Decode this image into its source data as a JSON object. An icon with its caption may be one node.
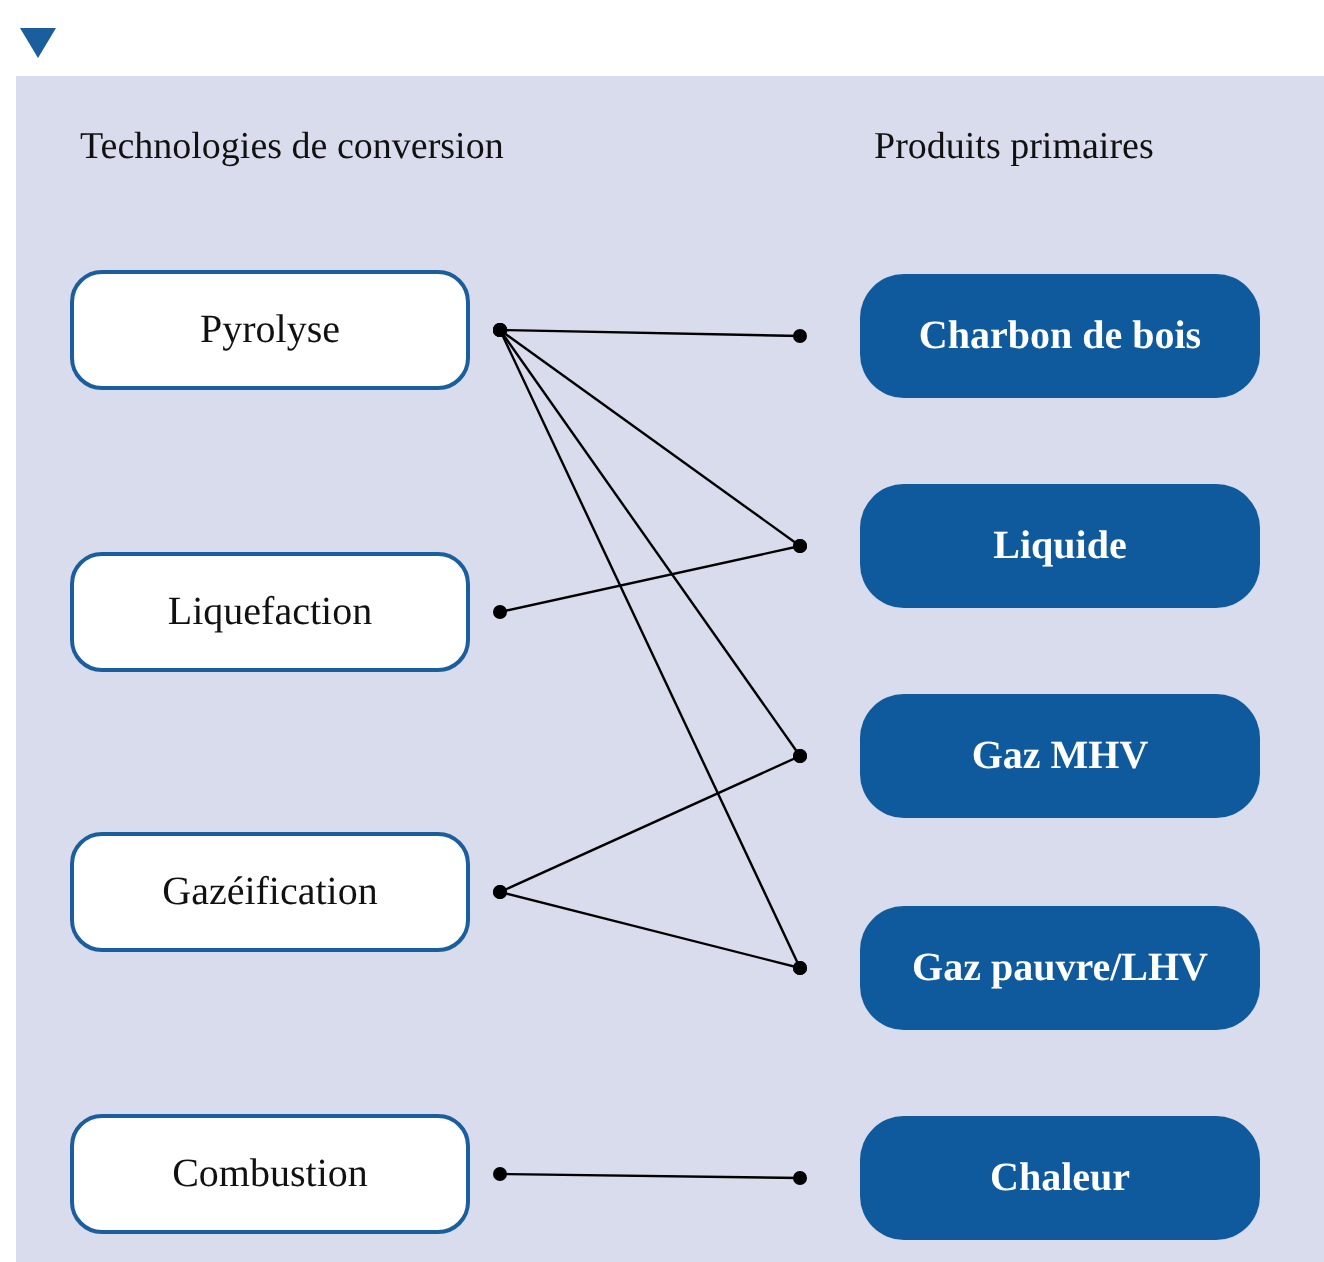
{
  "diagram": {
    "nodes": [
      {
        "text": [
          "Pyrolyse"
        ]
      },
      {
        "text": [
          "Liquefaction"
        ]
      },
      {
        "text": [
          "Gazéification"
        ]
      },
      {
        "text": [
          "Combustion"
        ]
      },
      {
        "text": [
          "Charbon de bois"
        ]
      },
      {
        "text": [
          "Liquide"
        ]
      },
      {
        "text": [
          "Gaz MHV"
        ]
      },
      {
        "text": [
          "Gaz pauvre/LHV"
        ]
      },
      {
        "text": [
          "Chaleur"
        ]
      }
    ],
    "edges": [
      {
        "from": 0,
        "to": 4,
        "arrow": "other"
      },
      {
        "from": 0,
        "to": 5,
        "arrow": "other"
      },
      {
        "from": 0,
        "to": 6,
        "arrow": "other"
      },
      {
        "from": 0,
        "to": 7,
        "arrow": "other"
      },
      {
        "from": 1,
        "to": 5,
        "arrow": "other"
      },
      {
        "from": 2,
        "to": 6,
        "arrow": "other"
      },
      {
        "from": 2,
        "to": 7,
        "arrow": "other"
      },
      {
        "from": 3,
        "to": 8,
        "arrow": "other"
      }
    ],
    "labels": [
      "Technologies de conversion",
      "Produits primaires"
    ]
  }
}
